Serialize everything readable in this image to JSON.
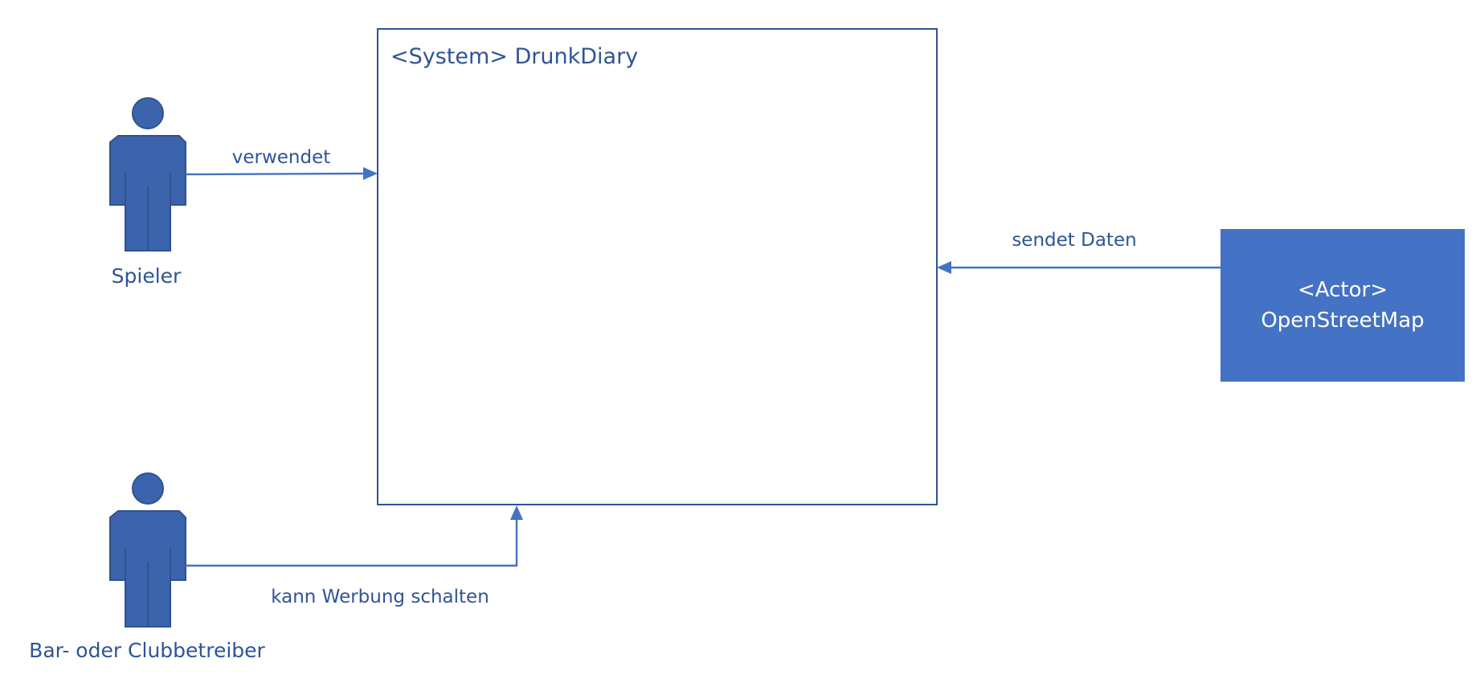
{
  "system": {
    "title": "<System> DrunkDiary"
  },
  "actors": {
    "player": {
      "label": "Spieler",
      "icon": "stick-figure-icon"
    },
    "bar_owner": {
      "label": "Bar- oder Clubbetreiber",
      "icon": "stick-figure-icon"
    },
    "external": {
      "stereotype": "<Actor>",
      "name": "OpenStreetMap"
    }
  },
  "connections": {
    "uses": "verwendet",
    "sends_data": "sendet Daten",
    "advertise": "kann Werbung schalten"
  },
  "colors": {
    "line": "#4472c4",
    "text": "#2f5496",
    "actor_fill": "#3c64ad",
    "actor_box": "#4472c4"
  }
}
